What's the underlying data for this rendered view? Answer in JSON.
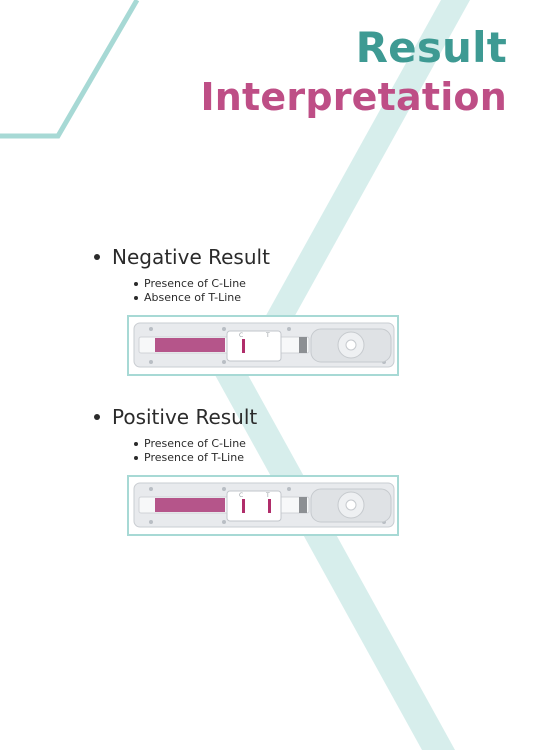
{
  "title": {
    "line1": "Result",
    "line2": "Interpretation",
    "line1_color": "#3e9a93",
    "line2_color": "#be4e86"
  },
  "decor_color": "#a7d9d5",
  "sections": [
    {
      "heading": "Negative Result",
      "items": [
        "Presence of C-Line",
        "Absence of T-Line"
      ],
      "test_lines_visible": {
        "control": true,
        "test": false
      }
    },
    {
      "heading": "Positive Result",
      "items": [
        "Presence of C-Line",
        "Presence of T-Line"
      ],
      "test_lines_visible": {
        "control": true,
        "test": true
      }
    }
  ],
  "colors": {
    "text": "#2b2b2b",
    "strip": "#b5558a",
    "line": "#b02d6a"
  }
}
